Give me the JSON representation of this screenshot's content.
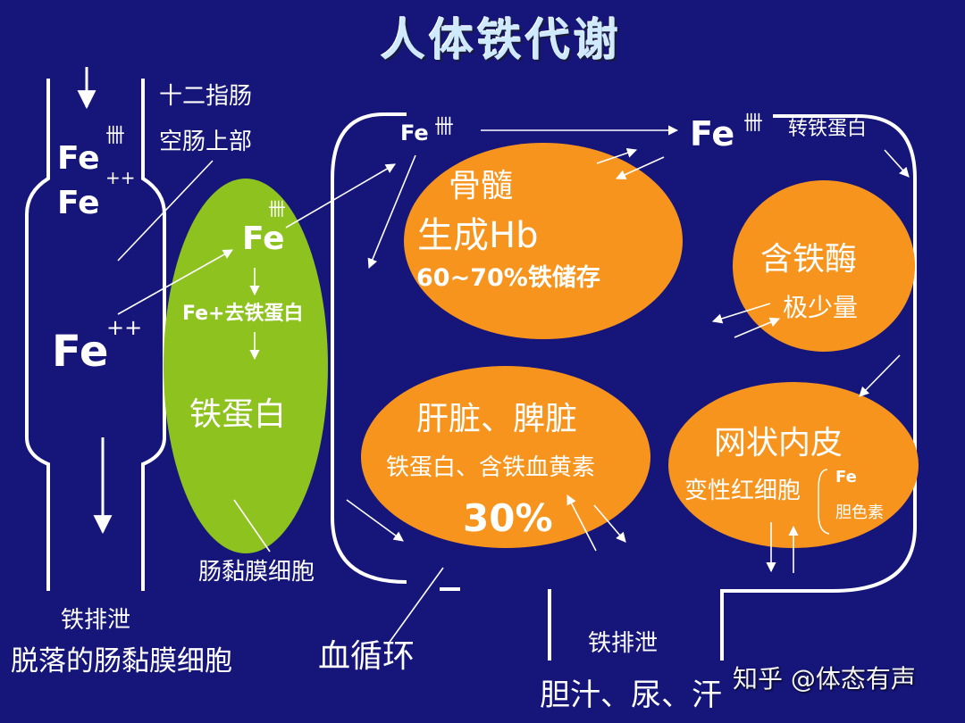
{
  "title": "人体铁代谢",
  "intestine": {
    "fe3": "Fe",
    "fe3_charge": "卌",
    "fe2_top": "Fe",
    "fe2_top_charge": "++",
    "fe2_big": "Fe",
    "fe2_big_charge": "++",
    "duodenum": "十二指肠",
    "jejunum": "空肠上部",
    "excretion_label": "铁排泄",
    "shed_cells": "脱落的肠黏膜细胞"
  },
  "mucosa_cell": {
    "fe": "Fe",
    "fe_charge": "卌",
    "apoferritin": "Fe+去铁蛋白",
    "ferritin": "铁蛋白",
    "label": "肠黏膜细胞"
  },
  "circulation": {
    "fe_left": "Fe",
    "fe_left_charge": "卌",
    "fe_right": "Fe",
    "fe_right_charge": "卌",
    "transferrin": "转铁蛋白",
    "label": "血循环"
  },
  "marrow": {
    "title": "骨髓",
    "line1": "生成Hb",
    "line2": "60~70%铁储存"
  },
  "enzyme": {
    "title": "含铁酶",
    "sub": "极少量"
  },
  "liver": {
    "title": "肝脏、脾脏",
    "sub": "铁蛋白、含铁血黄素",
    "pct": "30%"
  },
  "reticulo": {
    "title": "网状内皮",
    "sub": "变性红细胞",
    "fe": "Fe",
    "pigment": "胆色素"
  },
  "excretion": {
    "label": "铁排泄",
    "routes": "胆汁、尿、汗"
  },
  "watermark": "知乎 @体态有声",
  "colors": {
    "background": "#15157a",
    "orange": "#f7941d",
    "green": "#8dc21f",
    "line": "#ffffff"
  }
}
